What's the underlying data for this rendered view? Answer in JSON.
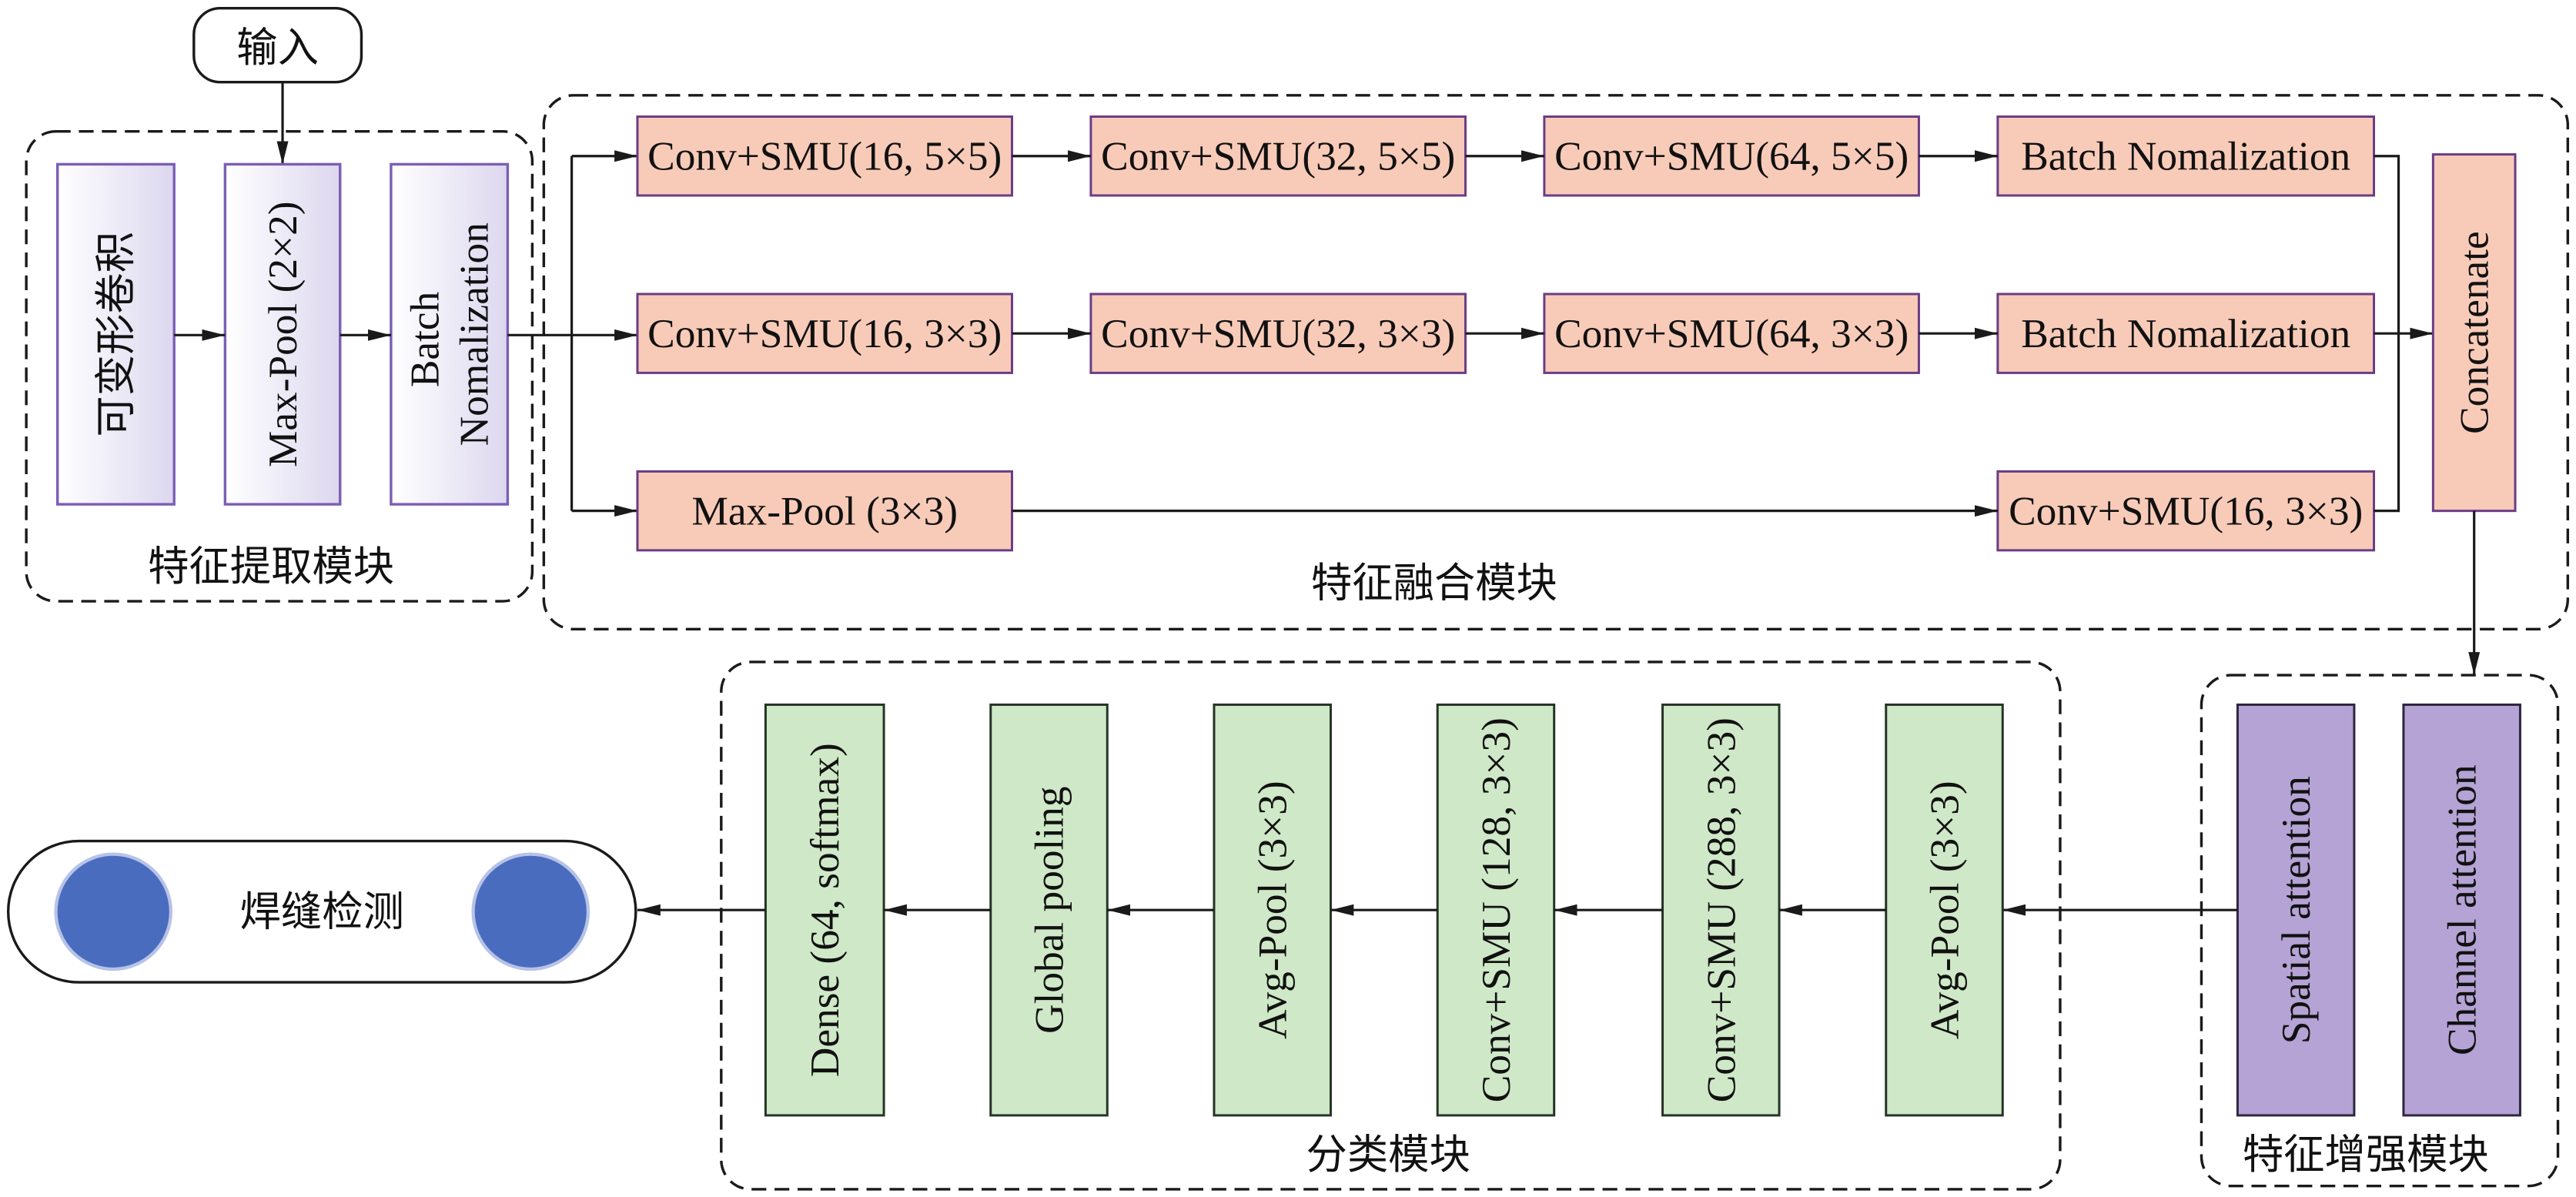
{
  "input": {
    "label": "输入"
  },
  "feature_extraction": {
    "label": "特征提取模块",
    "blocks": {
      "deformable_conv": "可变形卷积",
      "max_pool": "Max-Pool (2×2)",
      "batch_norm": [
        "Batch",
        "Nomalization"
      ]
    }
  },
  "feature_fusion": {
    "label": "特征融合模块",
    "branch_5x5": [
      "Conv+SMU(16, 5×5)",
      "Conv+SMU(32, 5×5)",
      "Conv+SMU(64, 5×5)",
      "Batch Nomalization"
    ],
    "branch_3x3": [
      "Conv+SMU(16, 3×3)",
      "Conv+SMU(32, 3×3)",
      "Conv+SMU(64, 3×3)",
      "Batch Nomalization"
    ],
    "branch_pool": [
      "Max-Pool (3×3)",
      "Conv+SMU(16, 3×3)"
    ],
    "concatenate": "Concatenate"
  },
  "feature_enhancement": {
    "label": "特征增强模块",
    "blocks": [
      "Spatial attention",
      "Channel attention"
    ]
  },
  "classification": {
    "label": "分类模块",
    "blocks": [
      "Dense (64, softmax)",
      "Global pooling",
      "Avg-Pool (3×3)",
      "Conv+SMU (128, 3×3)",
      "Conv+SMU (288, 3×3)",
      "Avg-Pool (3×3)"
    ]
  },
  "output": {
    "label": "焊缝检测"
  },
  "colors": {
    "module_stroke": "#1a1a1a",
    "edge": "#1a1a1a",
    "fusion_fill": "#f8cbb8",
    "fusion_stroke": "#6b3c86",
    "extract_stroke": "#7b5fb5",
    "extract_grad_start": "#ffffff",
    "extract_grad_end": "#dcd7ef",
    "attention_fill": "#b4a3d4",
    "attention_stroke": "#2e2640",
    "class_fill": "#cfe8c7",
    "class_stroke": "#263326",
    "circle_fill": "#4a6cbf",
    "circle_stroke": "#b7c3e6"
  }
}
